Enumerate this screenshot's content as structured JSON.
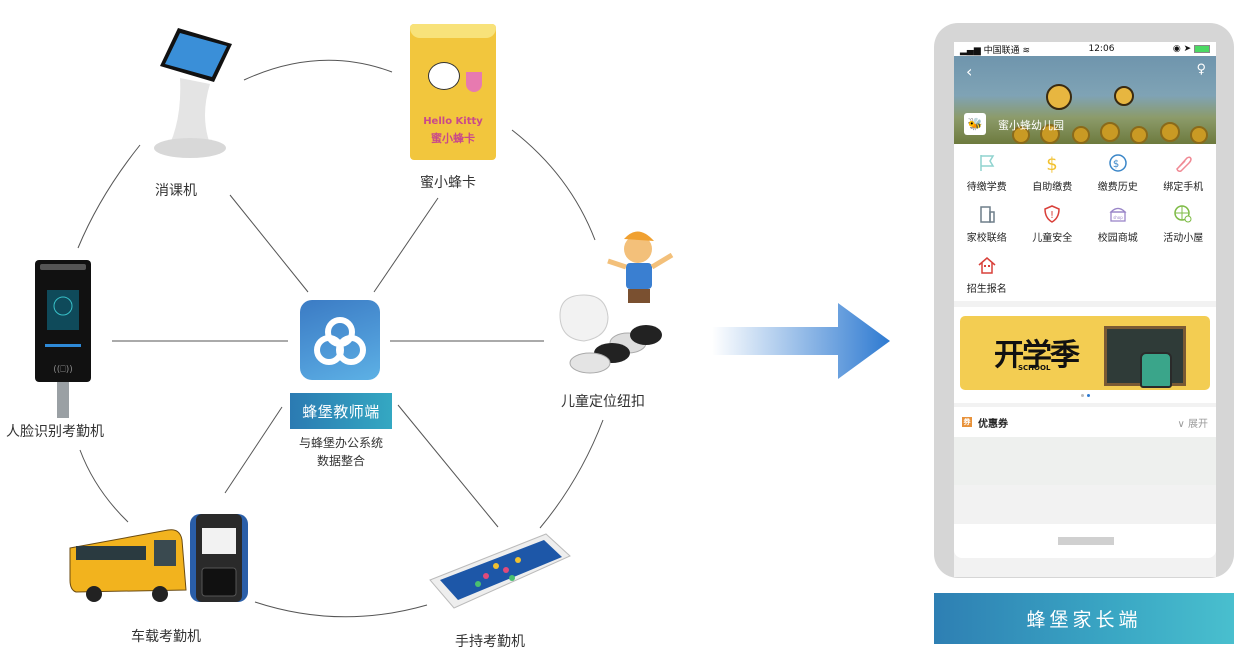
{
  "diagram": {
    "hub": {
      "title": "蜂堡教师端",
      "subtitle_line1": "与蜂堡办公系统",
      "subtitle_line2": "数据整合"
    },
    "devices": [
      {
        "id": "kiosk",
        "label": "消课机"
      },
      {
        "id": "card",
        "label": "蜜小蜂卡"
      },
      {
        "id": "tracker",
        "label": "儿童定位纽扣"
      },
      {
        "id": "handheld",
        "label": "手持考勤机"
      },
      {
        "id": "bus",
        "label": "车载考勤机"
      },
      {
        "id": "face",
        "label": "人脸识别考勤机"
      }
    ],
    "card_text": {
      "line1": "Hello Kitty",
      "line2": "蜜小蜂卡"
    },
    "arrow_color": "#2e7ad1"
  },
  "phone": {
    "status": {
      "carrier": "中国联通",
      "time": "12:06"
    },
    "school_name": "蜜小蜂幼儿园",
    "grid": [
      {
        "label": "待缴学费",
        "icon": "flag-icon",
        "color": "#8fd3cf"
      },
      {
        "label": "自助缴费",
        "icon": "dollar-icon",
        "color": "#f2c12e"
      },
      {
        "label": "缴费历史",
        "icon": "payment-history-icon",
        "color": "#3a86c8"
      },
      {
        "label": "绑定手机",
        "icon": "paperclip-icon",
        "color": "#f08a95"
      },
      {
        "label": "家校联络",
        "icon": "building-icon",
        "color": "#6f7f8a"
      },
      {
        "label": "儿童安全",
        "icon": "shield-alert-icon",
        "color": "#d9403a"
      },
      {
        "label": "校园商城",
        "icon": "shop-icon",
        "color": "#9a86c8"
      },
      {
        "label": "活动小屋",
        "icon": "globe-search-icon",
        "color": "#7dbb45"
      },
      {
        "label": "招生报名",
        "icon": "house-icon",
        "color": "#d9403a"
      }
    ],
    "banner_slide": {
      "title": "开学季",
      "subtitle": "SCHOOL"
    },
    "carousel": {
      "count": 2,
      "active": 2
    },
    "coupon": {
      "icon_char": "券",
      "label": "优惠券",
      "toggle": "展开"
    }
  },
  "parent_app": {
    "title": "蜂堡家长端"
  }
}
